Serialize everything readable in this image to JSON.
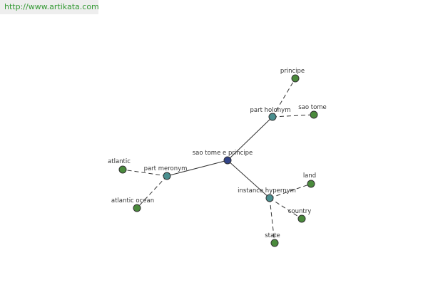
{
  "watermark": {
    "text": "http://www.artikata.com"
  },
  "graph": {
    "colors": {
      "root": "#334488",
      "relation": "#4a8f8f",
      "leaf": "#4a8a3c"
    },
    "nodes": [
      {
        "id": "root",
        "label": "sao tome e principe",
        "kind": "root"
      },
      {
        "id": "holonym",
        "label": "part holonym",
        "kind": "relation"
      },
      {
        "id": "meronym",
        "label": "part meronym",
        "kind": "relation"
      },
      {
        "id": "hypernym",
        "label": "instance hypernym",
        "kind": "relation"
      },
      {
        "id": "principe",
        "label": "principe",
        "kind": "leaf"
      },
      {
        "id": "saotome",
        "label": "sao tome",
        "kind": "leaf"
      },
      {
        "id": "atlantic",
        "label": "atlantic",
        "kind": "leaf"
      },
      {
        "id": "atlanticocean",
        "label": "atlantic ocean",
        "kind": "leaf"
      },
      {
        "id": "land",
        "label": "land",
        "kind": "leaf"
      },
      {
        "id": "country",
        "label": "country",
        "kind": "leaf"
      },
      {
        "id": "state",
        "label": "state",
        "kind": "leaf"
      }
    ],
    "edges": [
      {
        "from": "root",
        "to": "holonym",
        "style": "solid"
      },
      {
        "from": "root",
        "to": "meronym",
        "style": "solid"
      },
      {
        "from": "root",
        "to": "hypernym",
        "style": "solid"
      },
      {
        "from": "holonym",
        "to": "principe",
        "style": "dashed"
      },
      {
        "from": "holonym",
        "to": "saotome",
        "style": "dashed"
      },
      {
        "from": "meronym",
        "to": "atlantic",
        "style": "dashed"
      },
      {
        "from": "meronym",
        "to": "atlanticocean",
        "style": "dashed"
      },
      {
        "from": "hypernym",
        "to": "land",
        "style": "dashed"
      },
      {
        "from": "hypernym",
        "to": "country",
        "style": "dashed"
      },
      {
        "from": "hypernym",
        "to": "state",
        "style": "dashed"
      }
    ]
  }
}
